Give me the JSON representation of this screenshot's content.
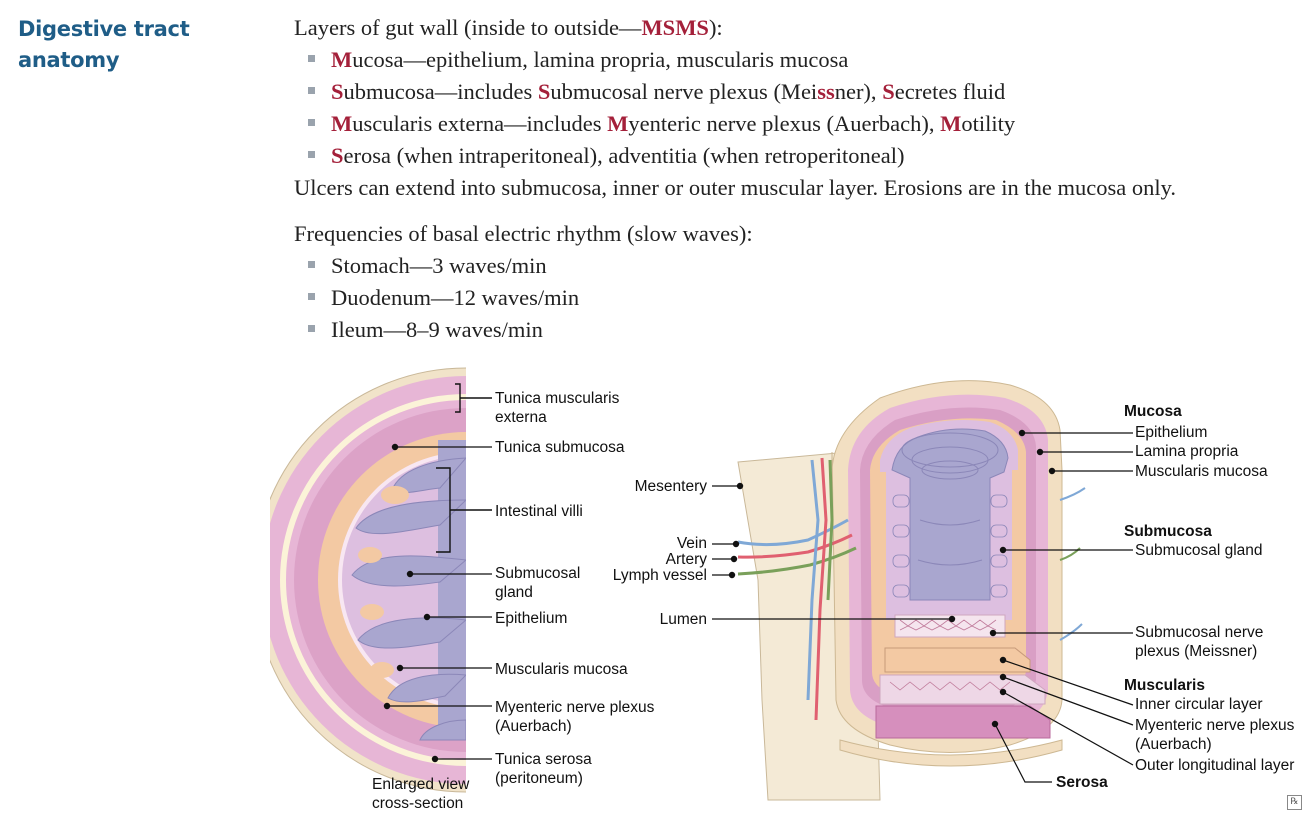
{
  "heading": {
    "line1": "Digestive tract",
    "line2": "anatomy"
  },
  "layers": {
    "intro_pre": "Layers of gut wall (inside to outside—",
    "intro_acronym": "MSMS",
    "intro_post": "):",
    "b1": {
      "i1": "M",
      "t1": "ucosa—epithelium, lamina propria, muscularis mucosa"
    },
    "b2": {
      "i1": "S",
      "t1": "ubmucosa—includes ",
      "i2": "S",
      "t2": "ubmucosal nerve plexus (Mei",
      "i3": "ss",
      "t3": "ner), ",
      "i4": "S",
      "t4": "ecretes fluid"
    },
    "b3": {
      "i1": "M",
      "t1": "uscularis externa—includes ",
      "i2": "M",
      "t2": "yenteric nerve plexus (Auerbach), ",
      "i3": "M",
      "t3": "otility"
    },
    "b4": {
      "i1": "S",
      "t1": "erosa (when intraperitoneal), adventitia (when retroperitoneal)"
    },
    "ulcers": "Ulcers can extend into submucosa, inner or outer muscular layer. Erosions are in the mucosa only."
  },
  "rhythm": {
    "intro": "Frequencies of basal electric rhythm (slow waves):",
    "items": [
      "Stomach—3 waves/min",
      "Duodenum—12 waves/min",
      "Ileum—8–9 waves/min"
    ]
  },
  "left_figure": {
    "labels": {
      "musc_ext_1": "Tunica muscularis",
      "musc_ext_2": "externa",
      "submucosa": "Tunica submucosa",
      "villi": "Intestinal villi",
      "gland_1": "Submucosal",
      "gland_2": "gland",
      "epithelium": "Epithelium",
      "musc_mucosa": "Muscularis mucosa",
      "myenteric_1": "Myenteric nerve plexus",
      "myenteric_2": "(Auerbach)",
      "serosa_1": "Tunica serosa",
      "serosa_2": "(peritoneum)",
      "caption_1": "Enlarged view",
      "caption_2": "cross-section"
    }
  },
  "right_figure": {
    "labels": {
      "mesentery": "Mesentery",
      "vein": "Vein",
      "artery": "Artery",
      "lymph": "Lymph vessel",
      "lumen": "Lumen",
      "mucosa": "Mucosa",
      "epithelium": "Epithelium",
      "lamina_propria": "Lamina propria",
      "musc_mucosa": "Muscularis mucosa",
      "submucosa": "Submucosa",
      "sub_gland": "Submucosal gland",
      "sub_plexus_1": "Submucosal nerve",
      "sub_plexus_2": "plexus (Meissner)",
      "muscularis": "Muscularis",
      "inner_circ": "Inner circular layer",
      "myenteric_1": "Myenteric nerve plexus",
      "myenteric_2": "(Auerbach)",
      "outer_long": "Outer longitudinal layer",
      "serosa": "Serosa"
    }
  },
  "colors": {
    "heading": "#1f5d87",
    "acronym_red": "#a4203a",
    "muscle_pink": "#e8b4d4",
    "submucosa_peach": "#f3c9a3",
    "lumen_lavender": "#a9a6cf",
    "serosa_tan": "#f1e3c9",
    "vein_blue": "#7fa8d6",
    "artery_red": "#e06070",
    "lymph_green": "#7aa05a"
  },
  "icons": {
    "rx": "rx-icon"
  }
}
